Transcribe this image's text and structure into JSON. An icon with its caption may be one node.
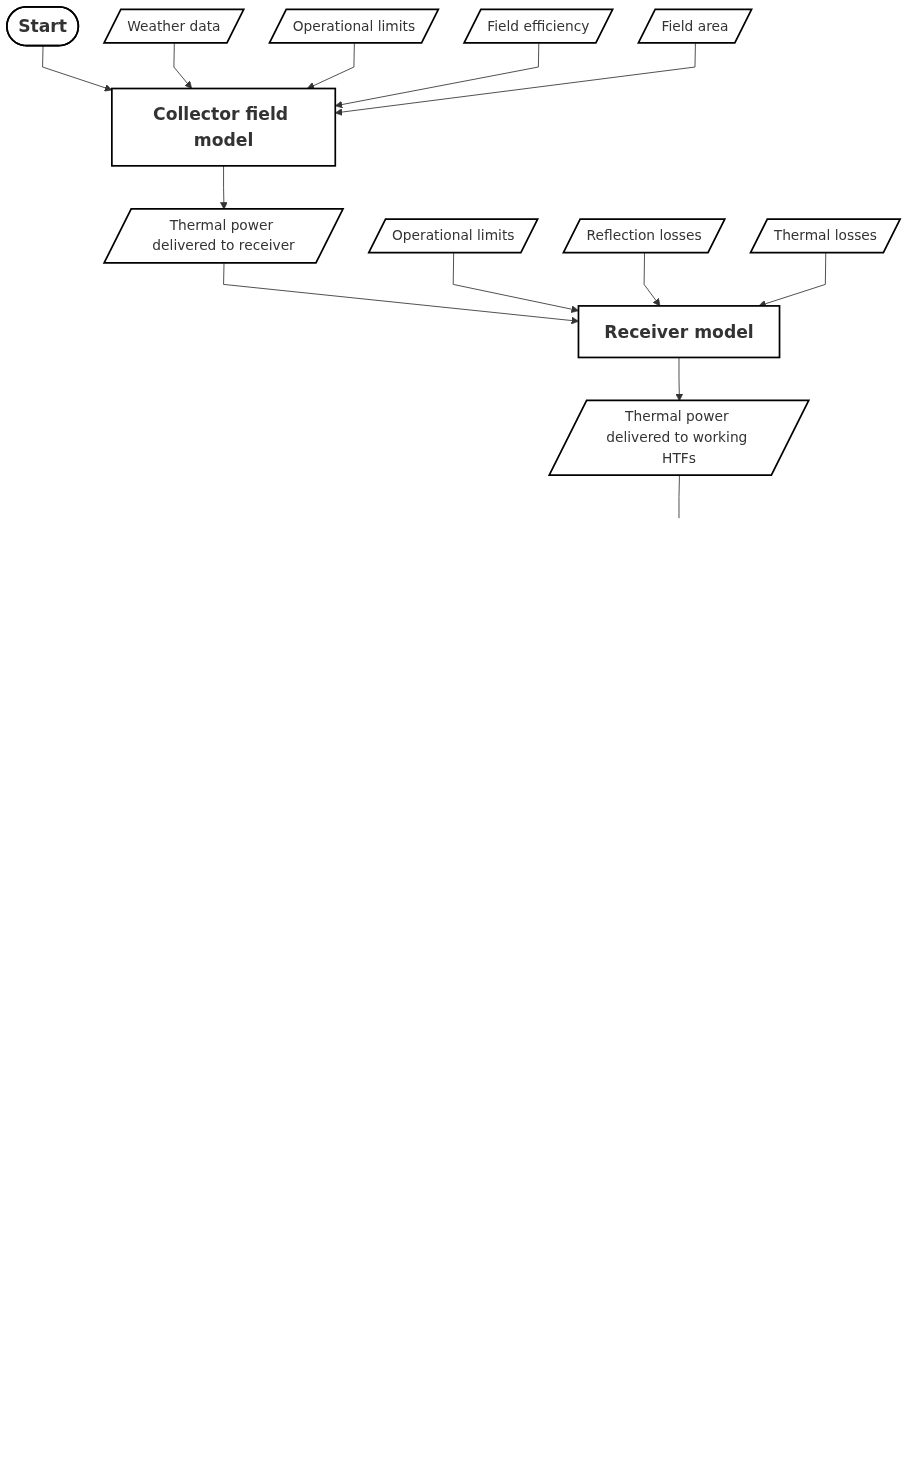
{
  "diagram": {
    "nodes": [
      {
        "text": [
          "Start"
        ]
      },
      {
        "text": [
          "Collector field model"
        ]
      },
      {
        "text": [
          "Weather data"
        ]
      },
      {
        "text": [
          "Operational limits"
        ]
      },
      {
        "text": [
          "Field efficiency"
        ]
      },
      {
        "text": [
          "Field area"
        ]
      },
      {
        "text": [
          "Thermal power delivered to receiver"
        ]
      },
      {
        "text": [
          "Receiver model"
        ]
      },
      {
        "text": [
          "Operational limits"
        ]
      },
      {
        "text": [
          "Reflection losses"
        ]
      },
      {
        "text": [
          "Thermal losses"
        ]
      },
      {
        "text": [
          "Thermal power delivered to working HTFs"
        ]
      }
    ],
    "edges": [
      {
        "from": 0,
        "to": 1,
        "arrow": "to"
      },
      {
        "from": 2,
        "to": 1,
        "arrow": "to"
      },
      {
        "from": 3,
        "to": 1,
        "arrow": "to"
      },
      {
        "from": 4,
        "to": 1,
        "arrow": "to"
      },
      {
        "from": 5,
        "to": 1,
        "arrow": "to"
      },
      {
        "from": 1,
        "to": 6,
        "arrow": "to"
      },
      {
        "from": 6,
        "to": 7,
        "arrow": "to"
      },
      {
        "from": 8,
        "to": 7,
        "arrow": "to"
      },
      {
        "from": 9,
        "to": 7,
        "arrow": "to"
      },
      {
        "from": 10,
        "to": 7,
        "arrow": "to"
      },
      {
        "from": 7,
        "to": 11,
        "arrow": "to"
      },
      {
        "from": 11,
        "to": null,
        "arrow": "none"
      }
    ]
  }
}
